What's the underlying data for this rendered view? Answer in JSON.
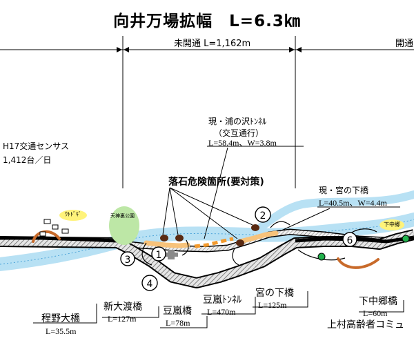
{
  "header": {
    "title": "向井万場拡幅　L=6.3㎞"
  },
  "sections": {
    "unopened": "未開通 L=1,162m",
    "opened": "開通"
  },
  "traffic_census": {
    "line1": "H17交通センサス",
    "line2": "1,412台／日"
  },
  "hazard": {
    "label": "落石危険箇所(要対策)"
  },
  "tunnel_existing": {
    "line1": "現・浦の沢ﾄﾝﾈﾙ",
    "line2": "（交互通行）",
    "line3": "L=58.4m、W=3.8m"
  },
  "bridge_existing": {
    "line1": "現・宮の下橋",
    "line2": "L=40.5m、W=4.4m"
  },
  "structures": {
    "hodono_bridge": {
      "name": "程野大橋",
      "length": "L=35.5m"
    },
    "shin_owatari_bridge": {
      "name": "新大渡橋",
      "length": "L=127m"
    },
    "maranashi_bridge": {
      "name": "豆嵐橋",
      "length": "L=78m"
    },
    "maranashi_tunnel": {
      "name": "豆嵐ﾄﾝﾈﾙ",
      "length": "L=470m"
    },
    "miyanoshita_bridge": {
      "name": "宮の下橋",
      "length": "L=125m"
    },
    "shimonakago_bridge": {
      "name": "下中郷橋",
      "length": "L=60m"
    },
    "kamimura_facility": {
      "name": "上村高齢者コミュ"
    }
  },
  "map_labels": {
    "utodo": "ｳﾄﾄﾞｷﾞ",
    "tenjin_park": "天神裏公園",
    "shimonakago": "下中郷"
  },
  "markers": [
    "1",
    "2",
    "3",
    "4",
    "6"
  ]
}
